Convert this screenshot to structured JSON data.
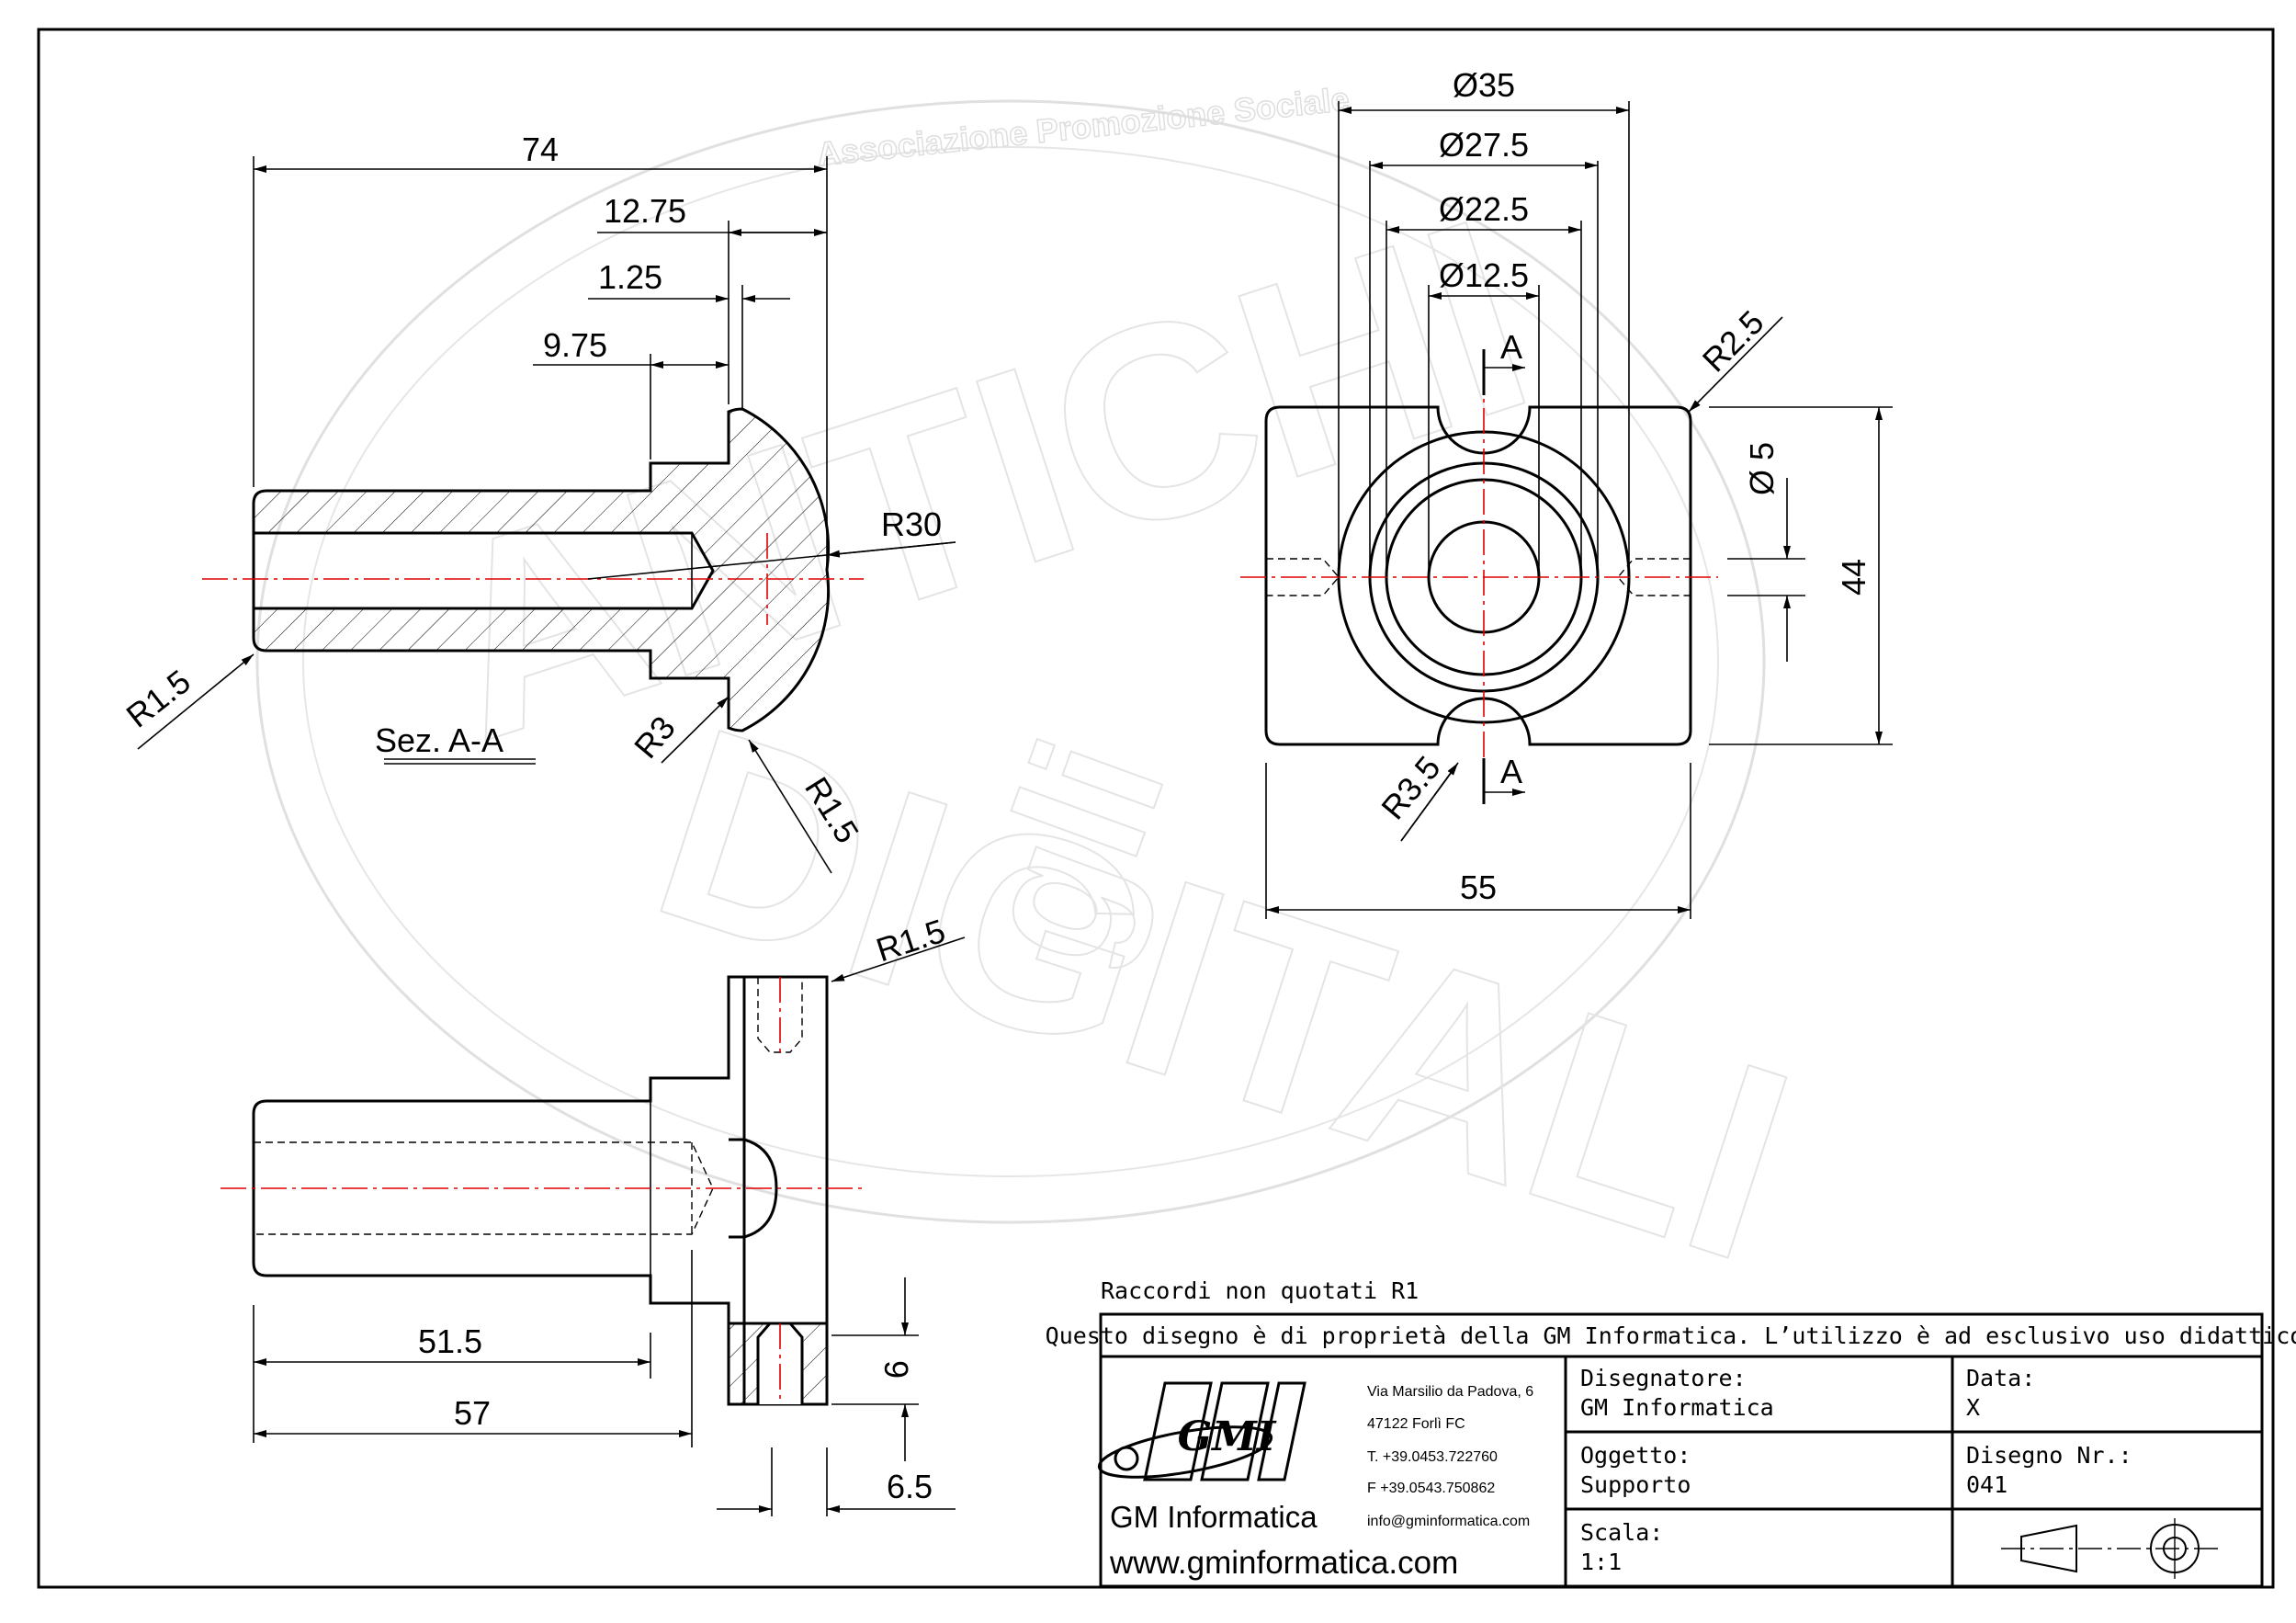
{
  "watermark": {
    "association": "Associazione Promozione Sociale",
    "words": [
      "ANTICHI",
      "gli",
      "DIGITALI"
    ]
  },
  "section_label": "Sez. A-A",
  "section_markers": [
    "A",
    "A"
  ],
  "dimensions": {
    "top_left": {
      "d74": "74",
      "d12_75": "12.75",
      "d1_25": "1.25",
      "d9_75": "9.75",
      "r30": "R30",
      "r1_5_left": "R1.5",
      "r3": "R3",
      "r1_5_bottom": "R1.5"
    },
    "top_right": {
      "d35": "Ø35",
      "d27_5": "Ø27.5",
      "d22_5": "Ø22.5",
      "d12_5": "Ø12.5",
      "r2_5": "R2.5",
      "d5": "Ø 5",
      "d44": "44",
      "r3_5": "R3.5",
      "d55": "55"
    },
    "bottom": {
      "r1_5": "R1.5",
      "d51_5": "51.5",
      "d57": "57",
      "d9": "9",
      "d6_5": "6.5"
    }
  },
  "notes": {
    "fillets": "Raccordi non quotati R1"
  },
  "title_block": {
    "ownership": "Questo disegno è di proprietà della GM Informatica. L’utilizzo è ad esclusivo uso didattico.",
    "logo_text": "GMI",
    "company": "GM Informatica",
    "website": "www.gminformatica.com",
    "address": [
      "Via Marsilio da Padova, 6",
      "47122  Forlì  FC",
      "T. +39.0453.722760",
      "F +39.0543.750862",
      "info@gminformatica.com"
    ],
    "designer_label": "Disegnatore:",
    "designer_value": "GM  Informatica",
    "date_label": "Data:",
    "date_value": "X",
    "object_label": "Oggetto:",
    "object_value": "Supporto",
    "drawing_no_label": "Disegno  Nr.:",
    "drawing_no_value": "041",
    "scale_label": "Scala:",
    "scale_value": "1:1",
    "projection_symbol": "first-angle-projection-icon"
  },
  "colors": {
    "line": "#000000",
    "axis": "#e00000",
    "watermark": "#dedede"
  }
}
